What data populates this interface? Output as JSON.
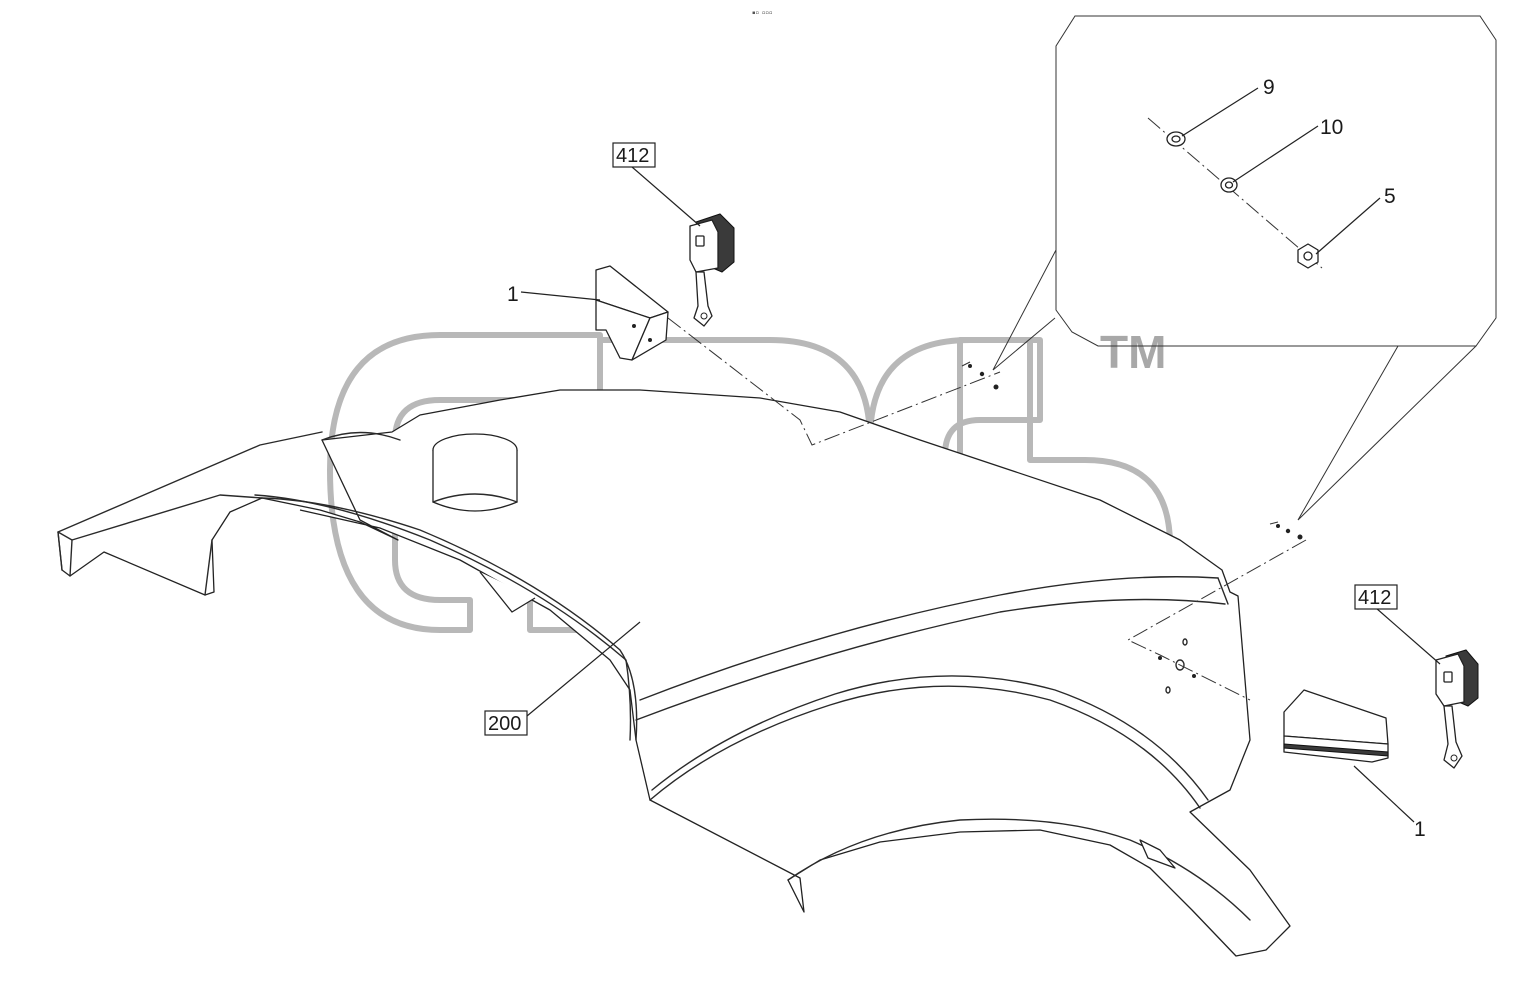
{
  "diagram": {
    "header_marks": "▪▫ ▫▫▫",
    "watermark": {
      "trademark": "TM"
    },
    "callouts": [
      {
        "id": "c-1-left",
        "label": "1",
        "boxed": false
      },
      {
        "id": "c-412-left",
        "label": "412",
        "boxed": true
      },
      {
        "id": "c-9",
        "label": "9",
        "boxed": false
      },
      {
        "id": "c-10",
        "label": "10",
        "boxed": false
      },
      {
        "id": "c-5",
        "label": "5",
        "boxed": false
      },
      {
        "id": "c-200",
        "label": "200",
        "boxed": true
      },
      {
        "id": "c-412-right",
        "label": "412",
        "boxed": true
      },
      {
        "id": "c-1-right",
        "label": "1",
        "boxed": false
      }
    ]
  }
}
